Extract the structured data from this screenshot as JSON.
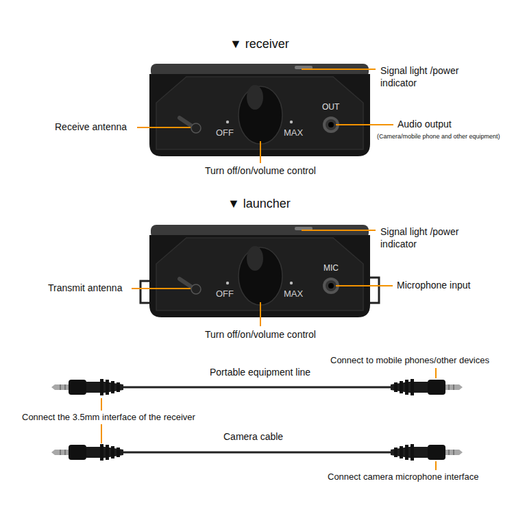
{
  "diagram": {
    "labels": [
      "▼ receiver",
      "Signal light /power indicator",
      "Receive antenna",
      "OFF",
      "MAX",
      "OUT",
      "Audio output",
      "(Camera/mobile phone and other equipment)",
      "Turn off/on/volume control",
      "▼ launcher",
      "Signal light /power indicator",
      "MIC",
      "Transmit antenna",
      "OFF",
      "MAX",
      "Microphone input",
      "Turn off/on/volume control",
      "Connect to mobile phones/other devices",
      "Portable equipment line",
      "Connect the 3.5mm interface of the receiver",
      "Camera cable",
      "Connect camera microphone interface"
    ]
  }
}
